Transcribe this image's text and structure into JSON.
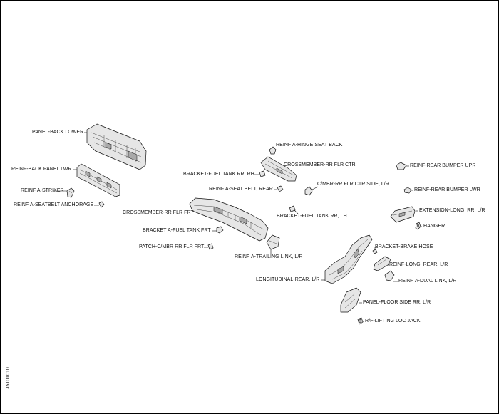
{
  "diagram": {
    "code": "J5101010",
    "labels": {
      "panel_back_lower": "PANEL-BACK LOWER",
      "reinf_back_panel_lwr": "REINF-BACK PANEL LWR",
      "reinf_a_striker": "REINF A-STRIKER",
      "reinf_a_seatbelt_anchorage": "REINF A-SEATBELT ANCHORAGE",
      "crossmember_rr_flr_frt": "CROSSMEMBER-RR FLR FRT",
      "bracket_a_fuel_tank_frt": "BRACKET A-FUEL TANK FRT",
      "patch_c_mbr_rr_flr_frt": "PATCH-C/MBR RR FLR FRT",
      "reinf_a_trailing_link": "REINF A-TRAILING LINK, L/R",
      "reinf_a_hinge_seat_back": "REINF A-HINGE SEAT BACK",
      "crossmember_rr_flr_ctr": "CROSSMEMBER-RR FLR CTR",
      "bracket_fuel_tank_rr_rh": "BRACKET-FUEL TANK RR, RH",
      "reinf_a_seat_belt_rear": "REINF A-SEAT BELT, REAR",
      "c_mbr_rr_flr_ctr_side": "C/MBR-RR FLR CTR SIDE, L/R",
      "bracket_fuel_tank_rr_lh": "BRACKET-FUEL TANK RR, LH",
      "reinf_rear_bumper_upr": "REINF-REAR BUMPER UPR",
      "reinf_rear_bumper_lwr": "REINF-REAR BUMPER LWR",
      "extension_longi_rr": "EXTENSION-LONGI RR, L/R",
      "hanger": "HANGER",
      "bracket_brake_hose": "BRACKET-BRAKE HOSE",
      "reinf_longi_rear": "REINF-LONGI REAR, L/R",
      "reinf_a_dual_link": "REINF A-DUAL LINK, L/R",
      "longitudinal_rear": "LONGITUDINAL-REAR, L/R",
      "panel_floor_side_rr": "PANEL-FLOOR SIDE RR, L/R",
      "rf_lifting_loc_jack": "R/F-LIFTING LOC JACK"
    }
  }
}
